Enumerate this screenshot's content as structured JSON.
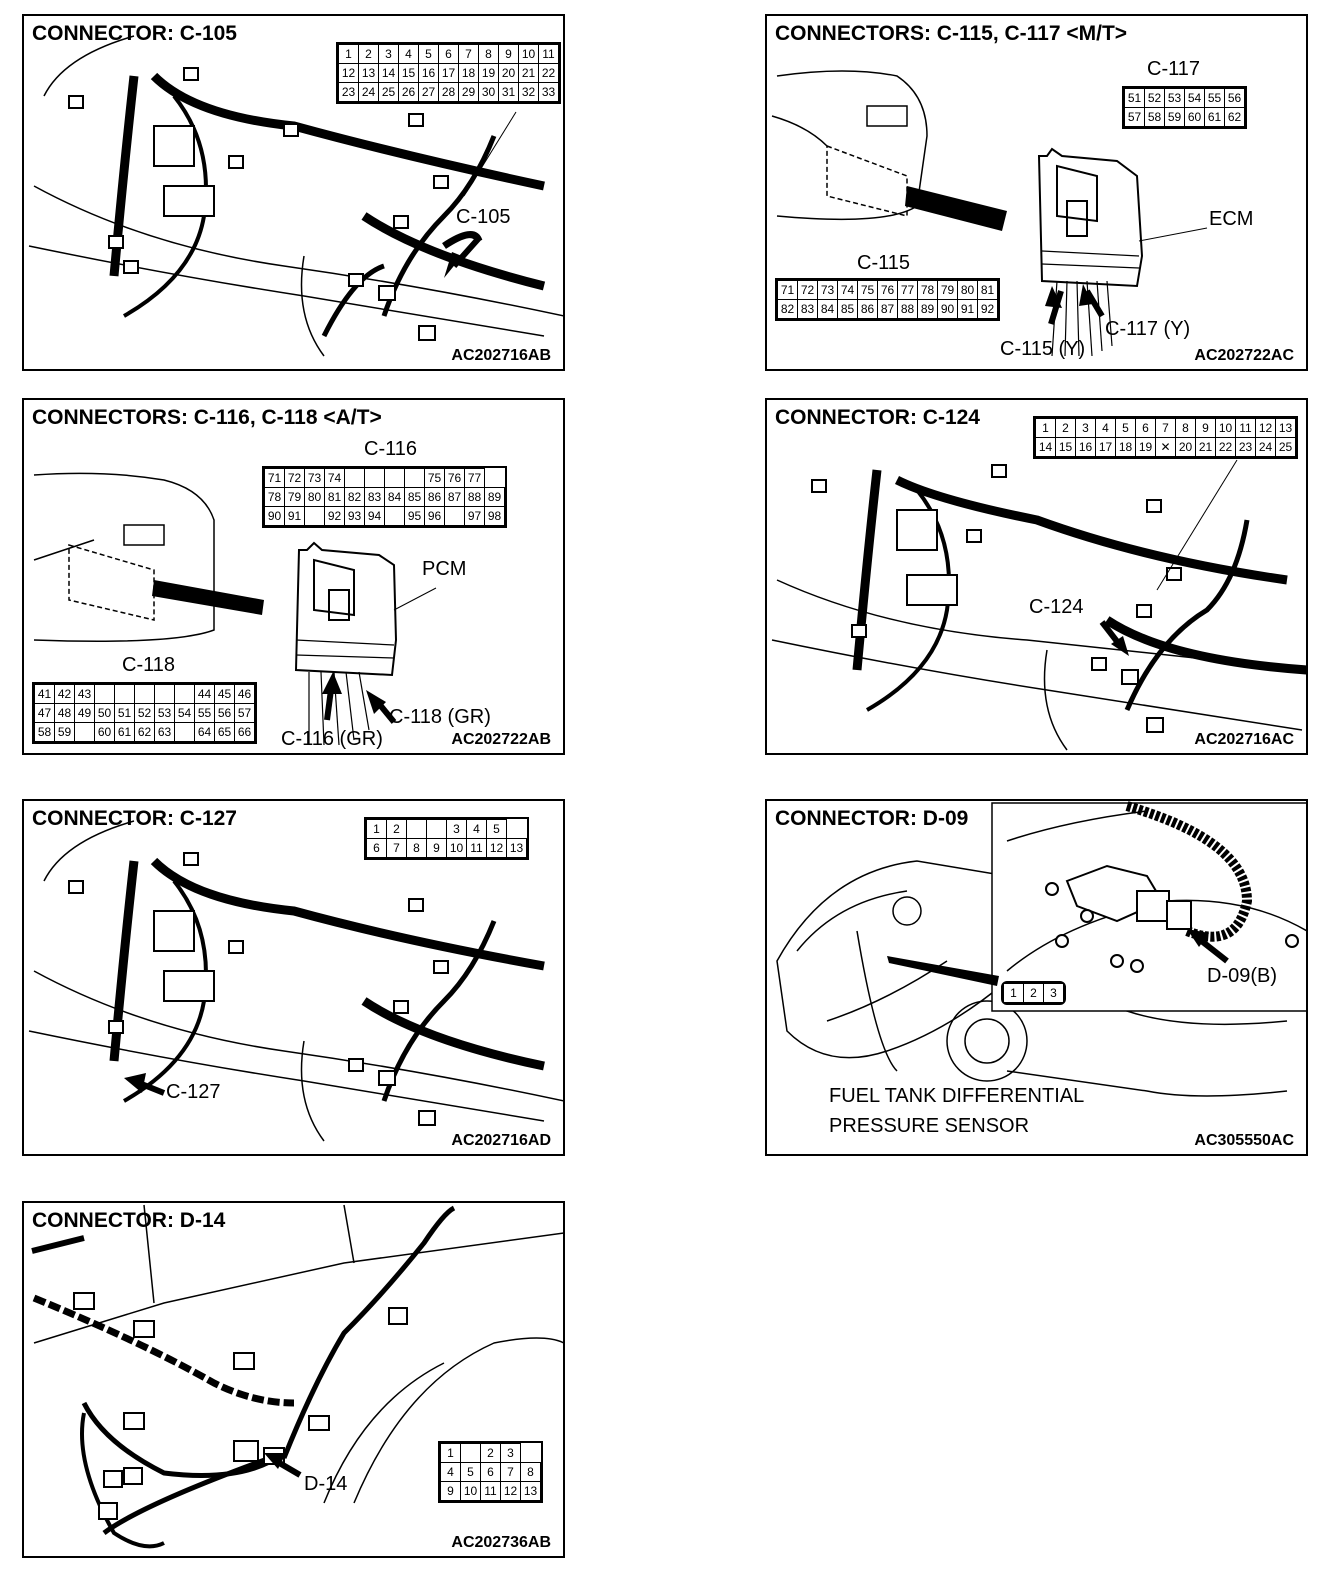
{
  "panels": [
    {
      "title": "CONNECTOR: C-105",
      "code": "AC202716AB",
      "callout": "C-105",
      "pins": [
        [
          "1",
          "2",
          "3",
          "4",
          "5",
          "6",
          "7",
          "8",
          "9",
          "10",
          "11"
        ],
        [
          "12",
          "13",
          "14",
          "15",
          "16",
          "17",
          "18",
          "19",
          "20",
          "21",
          "22"
        ],
        [
          "23",
          "24",
          "25",
          "26",
          "27",
          "28",
          "29",
          "30",
          "31",
          "32",
          "33"
        ]
      ]
    },
    {
      "title": "CONNECTORS: C-115, C-117 <M/T>",
      "code": "AC202722AC",
      "c117_label": "C-117",
      "c117_pins": [
        [
          "51",
          "52",
          "53",
          "54",
          "55",
          "56"
        ],
        [
          "57",
          "58",
          "59",
          "60",
          "61",
          "62"
        ]
      ],
      "c115_label": "C-115",
      "c115_pins": [
        [
          "71",
          "72",
          "73",
          "74",
          "75",
          "76",
          "77",
          "78",
          "79",
          "80",
          "81"
        ],
        [
          "82",
          "83",
          "84",
          "85",
          "86",
          "87",
          "88",
          "89",
          "90",
          "91",
          "92"
        ]
      ],
      "ecm_label": "ECM",
      "callout_c117": "C-117 (Y)",
      "callout_c115": "C-115 (Y)"
    },
    {
      "title": "CONNECTORS: C-116, C-118 <A/T>",
      "code": "AC202722AB",
      "c116_label": "C-116",
      "c116_pins": [
        [
          "71",
          "72",
          "73",
          "74",
          "",
          "",
          "",
          "",
          "75",
          "76",
          "77"
        ],
        [
          "78",
          "79",
          "80",
          "81",
          "82",
          "83",
          "84",
          "85",
          "86",
          "87",
          "88",
          "89"
        ],
        [
          "90",
          "91",
          "",
          "92",
          "93",
          "94",
          "",
          "95",
          "96",
          "",
          "97",
          "98"
        ]
      ],
      "pcm_label": "PCM",
      "c118_label": "C-118",
      "c118_pins": [
        [
          "41",
          "42",
          "43",
          "",
          "",
          "",
          "",
          "",
          "44",
          "45",
          "46"
        ],
        [
          "47",
          "48",
          "49",
          "50",
          "51",
          "52",
          "53",
          "54",
          "55",
          "56",
          "57"
        ],
        [
          "58",
          "59",
          "",
          "60",
          "61",
          "62",
          "63",
          "",
          "64",
          "65",
          "66"
        ]
      ],
      "callout_c118": "C-118 (GR)",
      "callout_c116": "C-116 (GR)"
    },
    {
      "title": "CONNECTOR: C-124",
      "code": "AC202716AC",
      "callout": "C-124",
      "pins": [
        [
          "1",
          "2",
          "3",
          "4",
          "5",
          "6",
          "7",
          "8",
          "9",
          "10",
          "11",
          "12",
          "13"
        ],
        [
          "14",
          "15",
          "16",
          "17",
          "18",
          "19",
          "✕",
          "20",
          "21",
          "22",
          "23",
          "24",
          "25"
        ]
      ]
    },
    {
      "title": "CONNECTOR: C-127",
      "code": "AC202716AD",
      "callout": "C-127",
      "pins": [
        [
          "1",
          "2",
          "",
          "",
          "3",
          "4",
          "5"
        ],
        [
          "6",
          "7",
          "8",
          "9",
          "10",
          "11",
          "12",
          "13"
        ]
      ]
    },
    {
      "title": "CONNECTOR: D-09",
      "code": "AC305550AC",
      "callout": "D-09(B)",
      "pins": [
        "1",
        "2",
        "3"
      ],
      "sensor_label_1": "FUEL TANK DIFFERENTIAL",
      "sensor_label_2": "PRESSURE SENSOR"
    },
    {
      "title": "CONNECTOR: D-14",
      "code": "AC202736AB",
      "callout": "D-14",
      "pins": [
        [
          "1",
          "",
          "2",
          "3"
        ],
        [
          "4",
          "5",
          "6",
          "7",
          "8"
        ],
        [
          "9",
          "10",
          "11",
          "12",
          "13"
        ]
      ]
    }
  ]
}
